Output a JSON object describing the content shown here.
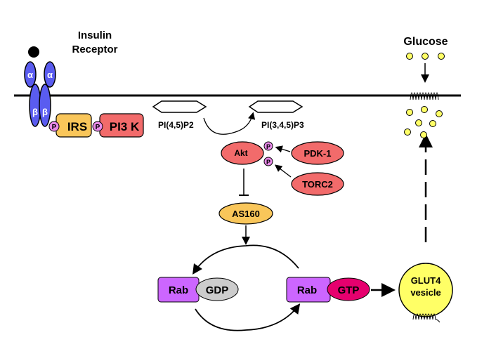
{
  "labels": {
    "insulin_line1": "Insulin",
    "insulin_line2": "Receptor",
    "alpha": "α",
    "beta": "β",
    "p": "P",
    "irs": "IRS",
    "pi3k": "PI3 K",
    "pip2": "PI(4,5)P2",
    "pip3": "PI(3,4,5)P3",
    "akt": "Akt",
    "pdk1": "PDK-1",
    "torc2": "TORC2",
    "as160": "AS160",
    "rab": "Rab",
    "gdp": "GDP",
    "gtp": "GTP",
    "glut4_line1": "GLUT4",
    "glut4_line2": "vesicle",
    "glucose": "Glucose"
  },
  "colors": {
    "receptor": "#5a5cf0",
    "irs": "#f9c65a",
    "pi3k": "#f26b6b",
    "phospho": "#e98ae9",
    "rab": "#cc66ff",
    "gdp": "#cccccc",
    "gtp": "#e6006e",
    "glut4": "#ffff66",
    "as160": "#f9c65a"
  }
}
